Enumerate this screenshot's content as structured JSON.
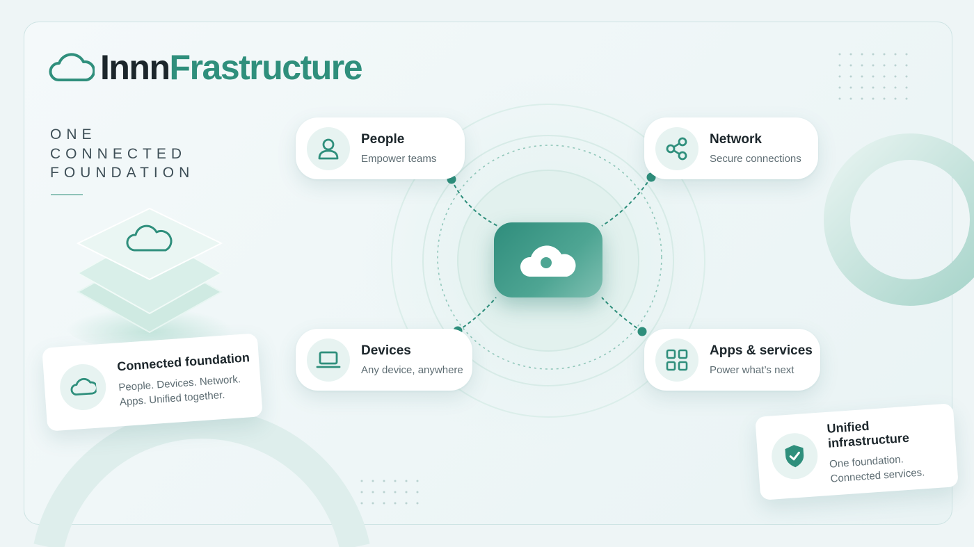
{
  "brand": {
    "name_part1": "Innn",
    "name_part2": "Frastructure",
    "logo_icon": "cloud-outline-icon"
  },
  "tagline": {
    "line1": "ONE",
    "line2": "CONNECTED",
    "line3": "FOUNDATION"
  },
  "hub": {
    "icon": "cloud-icon"
  },
  "nodes": [
    {
      "title": "People",
      "subtitle": "Empower teams",
      "icon": "user-icon"
    },
    {
      "title": "Network",
      "subtitle": "Secure connections",
      "icon": "share-icon"
    },
    {
      "title": "Devices",
      "subtitle": "Any device, anywhere",
      "icon": "laptop-icon"
    },
    {
      "title": "Apps & services",
      "subtitle": "Power what’s next",
      "icon": "grid-icon"
    }
  ],
  "foundation_card": {
    "title": "Connected foundation",
    "line1": "People. Devices. Network.",
    "line2": "Apps. Unified together.",
    "icon": "cloud-outline-icon"
  },
  "unified_card": {
    "title": "Unified infrastructure",
    "line1": "One foundation.",
    "line2": "Connected services.",
    "icon": "shield-check-icon"
  },
  "colors": {
    "accent": "#2f8f7c",
    "accent_light": "#e7f3f1",
    "text_dark": "#1c262b",
    "background": "#eef5f6"
  }
}
